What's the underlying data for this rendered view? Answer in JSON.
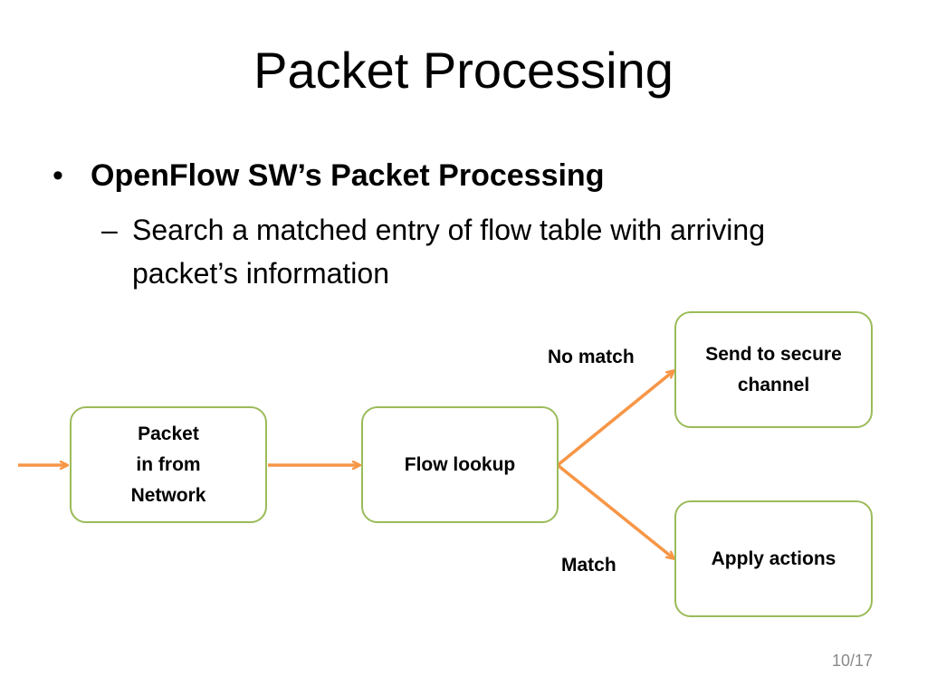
{
  "slide": {
    "title": "Packet Processing",
    "bullet": "OpenFlow SW’s Packet Processing",
    "sub_bullet": "Search a matched entry of flow table with arriving packet’s information",
    "page_number": "10/17"
  },
  "diagram": {
    "nodes": {
      "packet_in": "Packet\nin from\nNetwork",
      "flow_lookup": "Flow lookup",
      "secure_channel": "Send to secure\nchannel",
      "apply_actions": "Apply actions"
    },
    "edge_labels": {
      "no_match": "No match",
      "match": "Match"
    }
  },
  "colors": {
    "box_border": "#9bbb59",
    "arrow": "#f79646",
    "page_number": "#8a8a8a"
  }
}
